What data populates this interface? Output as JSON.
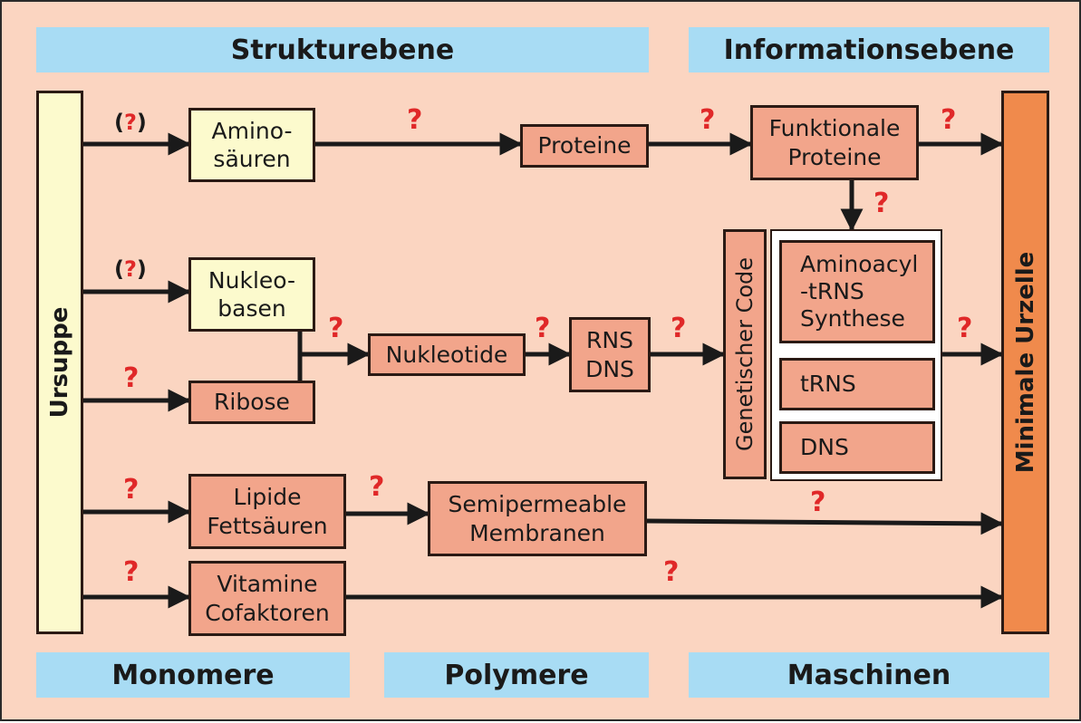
{
  "bands": {
    "top_left": "Strukturebene",
    "top_right": "Informationsebene",
    "bottom_left": "Monomere",
    "bottom_middle": "Polymere",
    "bottom_right": "Maschinen"
  },
  "source": "Ursuppe",
  "target": "Minimale Urzelle",
  "boxes": {
    "aminosaeuren": "Amino-\nsäuren",
    "nukleobasen": "Nukleo-\nbasen",
    "ribose": "Ribose",
    "lipide": "Lipide\nFettsäuren",
    "vitamine": "Vitamine\nCofaktoren",
    "proteine": "Proteine",
    "nukleotide": "Nukleotide",
    "rns_dns": "RNS\nDNS",
    "membranen": "Semipermeable\nMembranen",
    "funktionale_proteine": "Funktionale\nProteine",
    "genetischer_code": "Genetischer Code",
    "synthese": "Aminoacyl\n-tRNS\nSynthese",
    "trns": "tRNS",
    "dns": "DNS"
  },
  "marks": {
    "question": "?",
    "open_paren": "(",
    "close_paren": ")"
  }
}
